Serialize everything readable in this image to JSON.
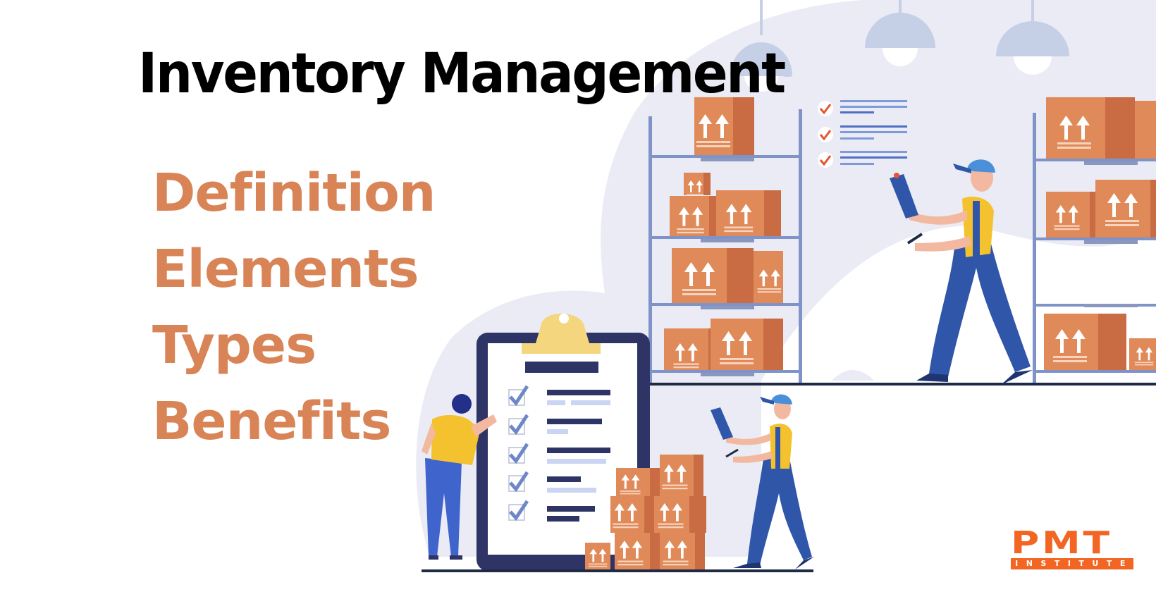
{
  "banner": {
    "title": "Inventory Management",
    "topics": [
      "Definition",
      "Elements",
      "Types",
      "Benefits"
    ],
    "logo": {
      "mark": "PMT",
      "subtitle": "INSTITUTE"
    }
  },
  "illustration": {
    "scene": "warehouse",
    "icons": [
      "pendant-lamp-icon",
      "storage-shelf-icon",
      "cardboard-box-icon",
      "checklist-icon",
      "clipboard-icon",
      "worker-icon"
    ],
    "checklist_items": 5,
    "floating_checks": 3
  },
  "colors": {
    "title": "#000000",
    "topics": "#d98456",
    "brand": "#f26522",
    "backdrop": "#eaebf4",
    "lamp": "#c5cfe6",
    "shelf": "#7f93c8",
    "box": "#e08a5a",
    "box_side": "#c96c44",
    "clipboard_frame": "#2e3466",
    "clipboard_clip": "#f3d67e",
    "shirt": "#f5c22f",
    "overalls": "#2f56a8",
    "cap": "#4a90d9",
    "skin": "#f2b9a0",
    "check": "#e5552f",
    "floor": "#1f2a44"
  }
}
